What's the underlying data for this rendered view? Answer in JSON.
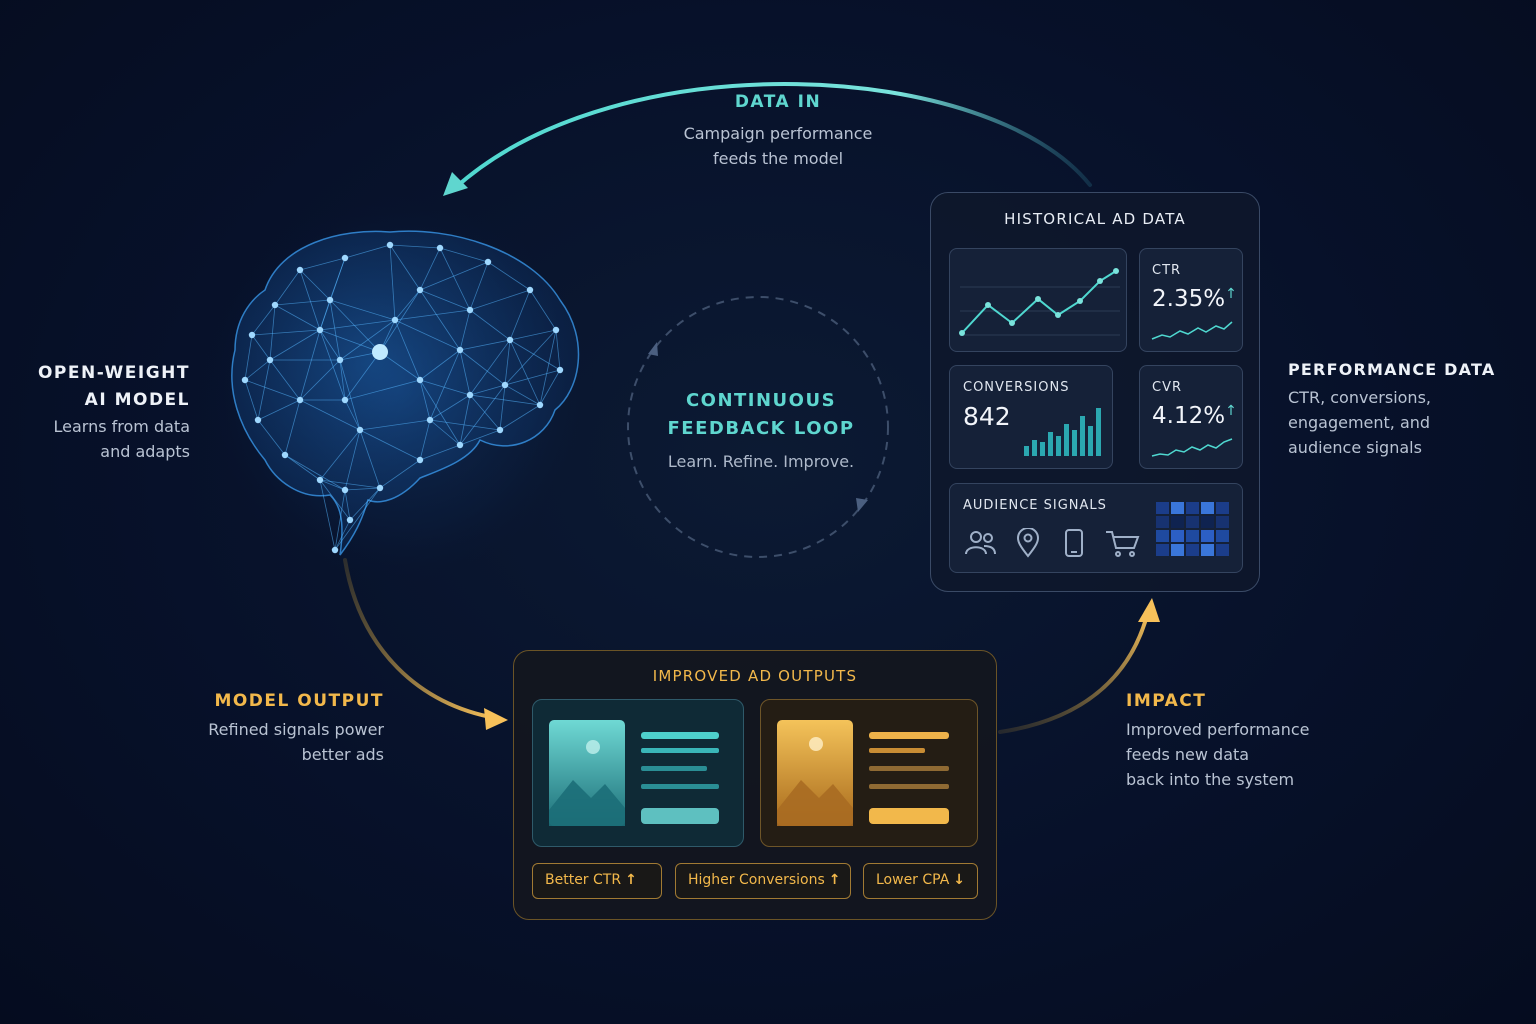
{
  "data_in": {
    "title": "DATA IN",
    "lines": [
      "Campaign performance",
      "feeds the model"
    ]
  },
  "model": {
    "title_lines": [
      "OPEN-WEIGHT",
      "AI MODEL"
    ],
    "lines": [
      "Learns from data",
      "and adapts"
    ]
  },
  "loop": {
    "title_lines": [
      "CONTINUOUS",
      "FEEDBACK LOOP"
    ],
    "subtitle": "Learn. Refine. Improve."
  },
  "performance": {
    "title": "PERFORMANCE DATA",
    "lines": [
      "CTR, conversions,",
      "engagement, and",
      "audience signals"
    ]
  },
  "model_output": {
    "title": "MODEL OUTPUT",
    "lines": [
      "Refined signals power",
      "better ads"
    ]
  },
  "impact": {
    "title": "IMPACT",
    "lines": [
      "Improved performance",
      "feeds new data",
      "back into the system"
    ]
  },
  "historical": {
    "title": "HISTORICAL AD DATA",
    "ctr": {
      "label": "CTR",
      "value": "2.35%",
      "arrow": "↑"
    },
    "conversions": {
      "label": "CONVERSIONS",
      "value": "842"
    },
    "cvr": {
      "label": "CVR",
      "value": "4.12%",
      "arrow": "↑"
    },
    "audience": {
      "label": "AUDIENCE SIGNALS",
      "icons": [
        "users-icon",
        "location-pin-icon",
        "mobile-icon",
        "cart-icon"
      ]
    }
  },
  "outputs": {
    "title": "IMPROVED AD OUTPUTS",
    "pills": [
      {
        "label": "Better CTR",
        "arrow": "↑"
      },
      {
        "label": "Higher Conversions",
        "arrow": "↑"
      },
      {
        "label": "Lower CPA",
        "arrow": "↓"
      }
    ]
  },
  "colors": {
    "teal": "#5fd6cf",
    "gold": "#f2b84b",
    "background": "#07112a",
    "brain_blue": "#3aa8ff"
  }
}
